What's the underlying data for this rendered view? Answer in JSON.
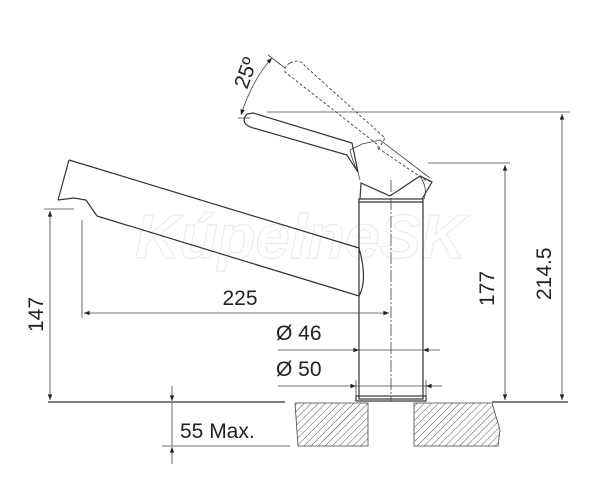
{
  "title": "Faucet dimension drawing",
  "watermark": "KúpelneSK",
  "dimensions": {
    "angle": "25º",
    "total_height": "214.5",
    "body_height": "177",
    "spout_height": "147",
    "spout_reach": "225",
    "diameter_inner": "Ø 46",
    "diameter_outer": "Ø 50",
    "counter_thickness": "55 Max."
  },
  "colors": {
    "line": "#333333",
    "background": "#ffffff"
  }
}
